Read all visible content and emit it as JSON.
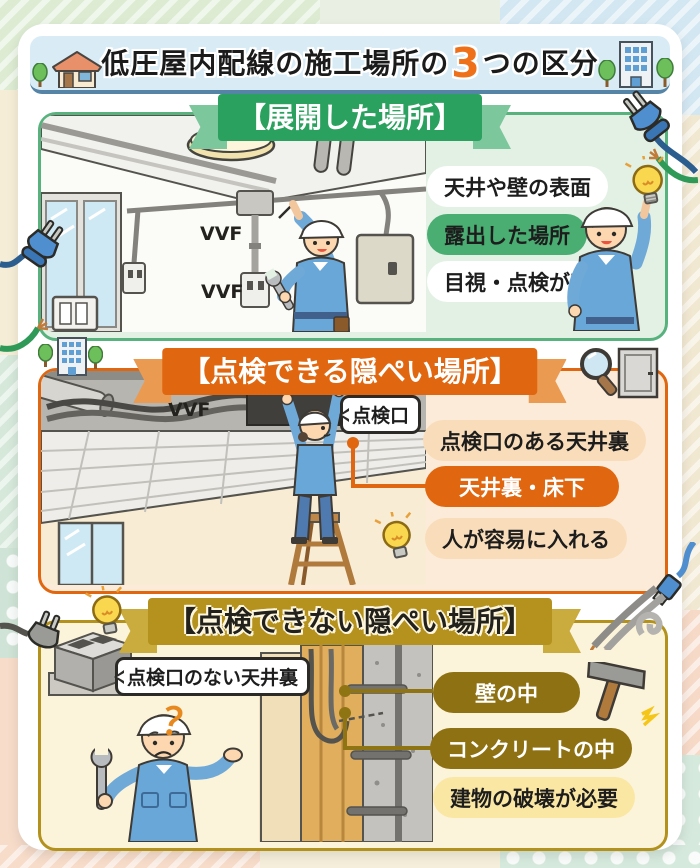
{
  "header": {
    "title_prefix": "低圧屋内配線の施工場所の",
    "title_number": "3",
    "title_suffix": "つの区分"
  },
  "sections": [
    {
      "banner_label": "【展開した場所】",
      "accent_color": "#2aa15e",
      "background_color": "#e3f1e4",
      "pills": [
        {
          "label": "天井や壁の表面",
          "style": "white"
        },
        {
          "label": "露出した場所",
          "style": "green"
        },
        {
          "label": "目視・点検が容易",
          "style": "white"
        }
      ],
      "labels": {
        "vvf_upper": "VVF",
        "vvf_lower": "VVF"
      }
    },
    {
      "banner_label": "【点検できる隠ぺい場所】",
      "accent_color": "#e0660f",
      "background_color": "#fcebd9",
      "pills": [
        {
          "label": "点検口のある天井裏",
          "style": "tint"
        },
        {
          "label": "天井裏・床下",
          "style": "solid"
        },
        {
          "label": "人が容易に入れる",
          "style": "tint"
        }
      ],
      "labels": {
        "vvf": "VVF",
        "hatch_bubble": "点検口"
      }
    },
    {
      "banner_label": "【点検できない隠ぺい場所】",
      "accent_color": "#b5921d",
      "background_color": "#fcf4da",
      "pills": [
        {
          "label": "壁の中",
          "style": "solid"
        },
        {
          "label": "コンクリートの中",
          "style": "solid"
        },
        {
          "label": "建物の破壊が必要",
          "style": "tint"
        }
      ],
      "labels": {
        "no_hatch_bubble": "点検口のない天井裏",
        "question_mark": "？"
      }
    }
  ],
  "colors": {
    "title_number": "#ee7018",
    "header_bg": "#d9ecf6",
    "ground_line": "#5584a6"
  },
  "icons": [
    "house-icon",
    "tree-icon",
    "building-icon",
    "plug-icon",
    "wire-icon",
    "lightbulb-icon",
    "magnifier-icon",
    "door-icon",
    "usb-cable-icon",
    "cables-icon",
    "hammer-icon",
    "cinder-block-icon",
    "worker-figure"
  ]
}
